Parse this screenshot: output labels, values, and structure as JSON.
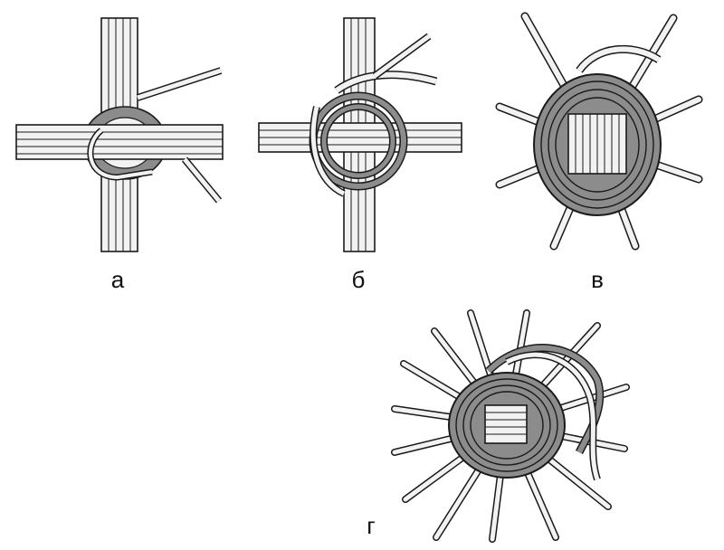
{
  "labels": {
    "a": "а",
    "b": "б",
    "v": "в",
    "g": "г"
  },
  "colors": {
    "rod_fill": "#f2f2f2",
    "weave_fill": "#8c8c8c",
    "outline": "#1a1a1a"
  }
}
